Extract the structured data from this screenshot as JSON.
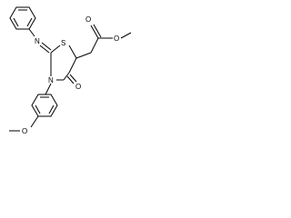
{
  "atoms": {
    "ester_o1": "O",
    "ester_o2": "O",
    "imine_n": "N",
    "ring_s": "S",
    "ring_n": "N",
    "keto_o": "O",
    "methoxy_o": "O"
  },
  "colors": {
    "bond": "#000000",
    "label": "#000000",
    "background": "#ffffff"
  }
}
